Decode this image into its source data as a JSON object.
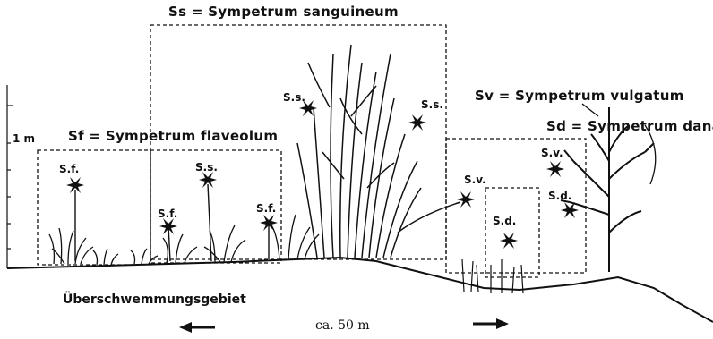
{
  "legend": {
    "ss": "Ss = Sympetrum sanguineum",
    "sf": "Sf = Sympetrum flaveolum",
    "sv": "Sv = Sympetrum vulgatum",
    "sd": "Sd = Sympetrum danae"
  },
  "scale": {
    "height": "1 m",
    "distance": "ca. 50 m"
  },
  "zone_label": "Überschwemmungsgebiet",
  "markers": {
    "sf": "S.f.",
    "ss": "S.s.",
    "sv": "S.v.",
    "sd": "S.d."
  }
}
